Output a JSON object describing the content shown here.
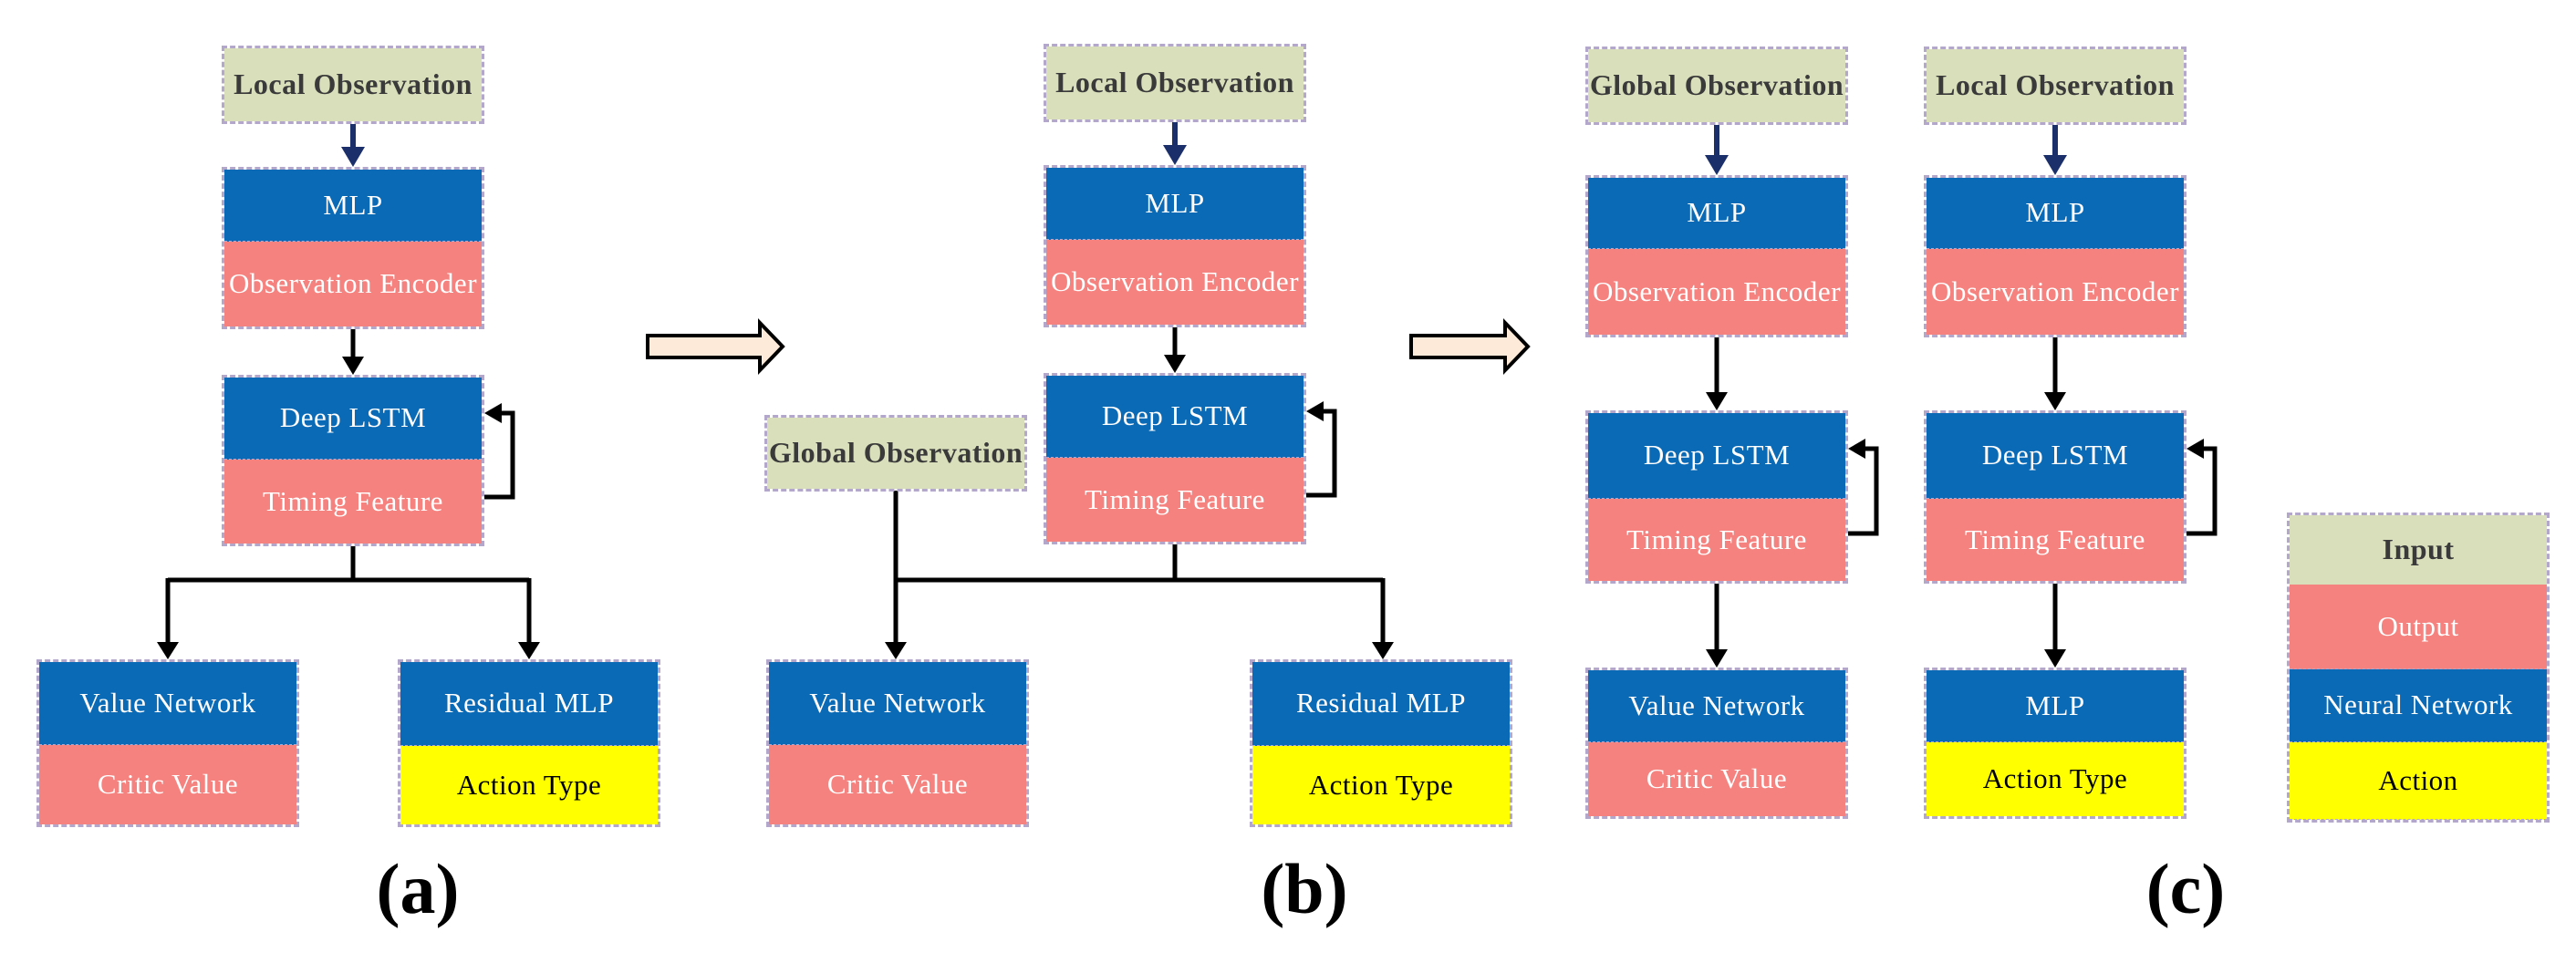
{
  "figure": {
    "type": "architecture-flow-diagram",
    "description_visible_text_only": true
  },
  "panels": {
    "a": {
      "tag": "(a)",
      "input": "Local Observation",
      "encoder": {
        "top": "MLP",
        "bottom": "Observation Encoder"
      },
      "lstm": {
        "top": "Deep LSTM",
        "bottom": "Timing Feature"
      },
      "critic": {
        "top": "Value Network",
        "bottom": "Critic Value"
      },
      "actor": {
        "top": "Residual MLP",
        "bottom": "Action Type"
      }
    },
    "b": {
      "tag": "(b)",
      "input": "Local Observation",
      "global_input": "Global Observation",
      "encoder": {
        "top": "MLP",
        "bottom": "Observation Encoder"
      },
      "lstm": {
        "top": "Deep LSTM",
        "bottom": "Timing Feature"
      },
      "critic": {
        "top": "Value Network",
        "bottom": "Critic Value"
      },
      "actor": {
        "top": "Residual MLP",
        "bottom": "Action Type"
      }
    },
    "c": {
      "tag": "(c)",
      "critic_column": {
        "input": "Global Observation",
        "encoder": {
          "top": "MLP",
          "bottom": "Observation Encoder"
        },
        "lstm": {
          "top": "Deep LSTM",
          "bottom": "Timing Feature"
        },
        "out": {
          "top": "Value Network",
          "bottom": "Critic Value"
        }
      },
      "actor_column": {
        "input": "Local Observation",
        "encoder": {
          "top": "MLP",
          "bottom": "Observation Encoder"
        },
        "lstm": {
          "top": "Deep LSTM",
          "bottom": "Timing Feature"
        },
        "out": {
          "top": "MLP",
          "bottom": "Action Type"
        }
      }
    }
  },
  "legend": {
    "items": [
      {
        "label": "Input",
        "color": "#d9dfbb"
      },
      {
        "label": "Output",
        "color": "#f5827e"
      },
      {
        "label": "Neural Network",
        "color": "#0a6ab6"
      },
      {
        "label": "Action",
        "color": "#ffff00"
      }
    ]
  },
  "icons": {
    "flow_arrow_a_to_b": "right-block-arrow",
    "flow_arrow_b_to_c": "right-block-arrow",
    "recurrent_loop": "feedback-loop-arrow"
  },
  "colors": {
    "input_fill": "#d9dfbb",
    "output_fill": "#f5827e",
    "network_fill": "#0a6ab6",
    "action_fill": "#ffff00",
    "dashed_border": "#b3a7cc",
    "input_arrow": "#1b2f6b",
    "connector_line": "#000000",
    "flow_arrow_fill": "#fdead8",
    "background": "#ffffff"
  }
}
